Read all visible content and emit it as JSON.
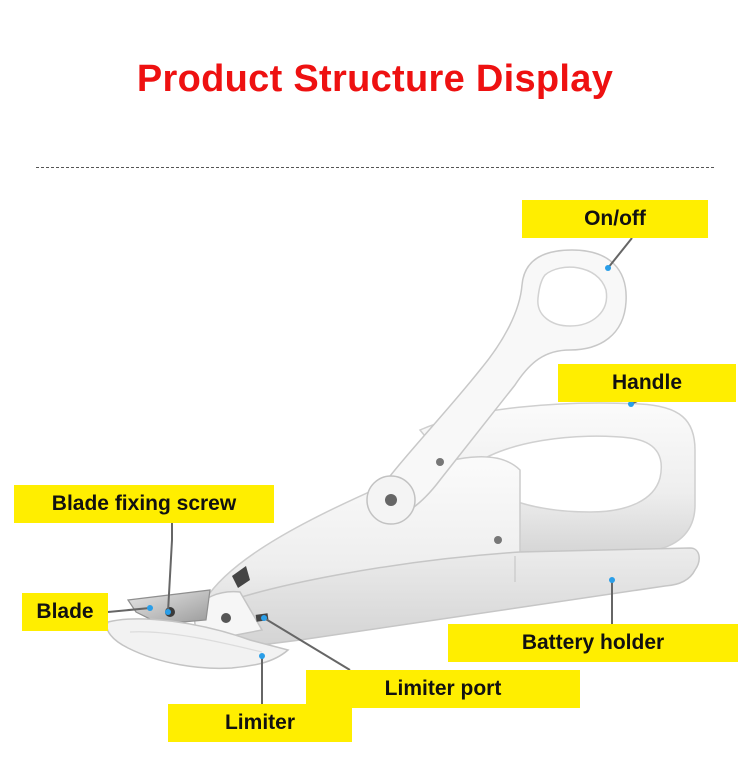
{
  "title": "Product Structure Display",
  "colors": {
    "title": "#ee1111",
    "label_bg": "#ffee00",
    "leader_line": "#666666",
    "dot": "#2a9ee8"
  },
  "labels": {
    "on_off": "On/off",
    "handle": "Handle",
    "blade_fixing_screw": "Blade fixing screw",
    "blade": "Blade",
    "battery_holder": "Battery holder",
    "limiter_port": "Limiter port",
    "limiter": "Limiter"
  }
}
